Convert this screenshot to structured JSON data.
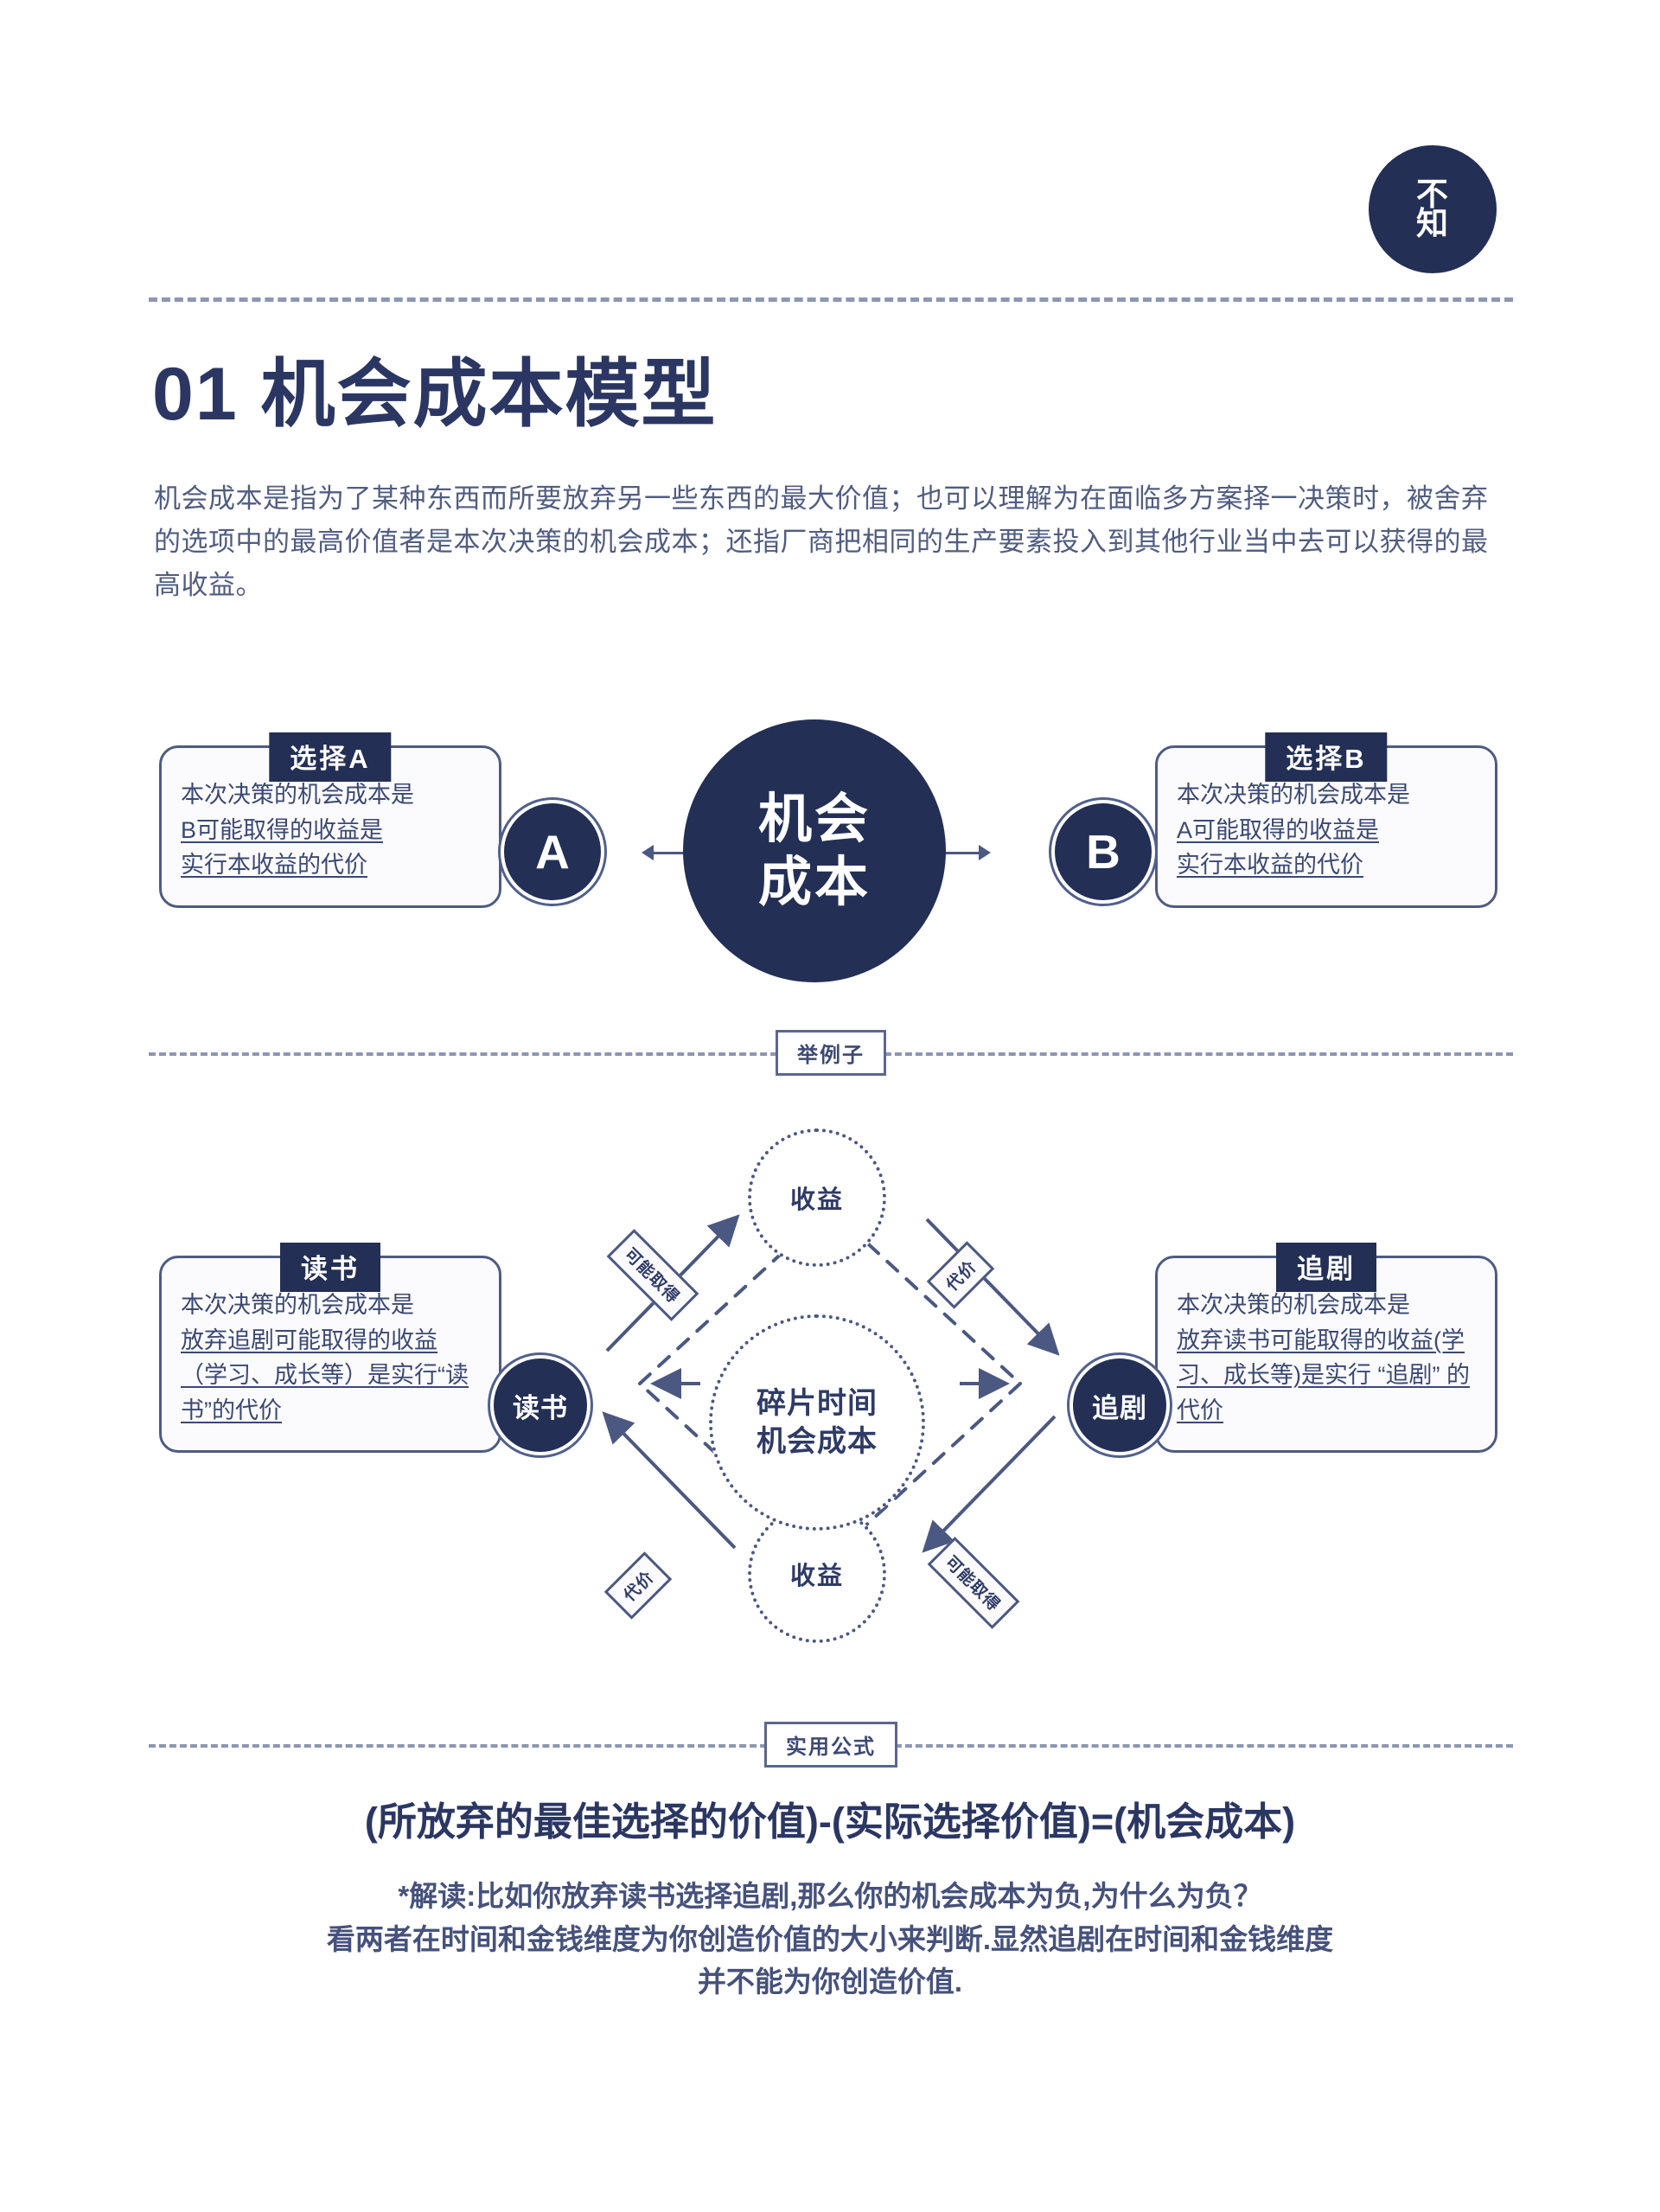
{
  "logo": {
    "line1": "不",
    "line2": "知"
  },
  "header": {
    "number": "01",
    "title": "01 机会成本模型",
    "intro": "机会成本是指为了某种东西而所要放弃另一些东西的最大价值；也可以理解为在面临多方案择一决策时，被舍弃的选项中的最高价值者是本次决策的机会成本；还指厂商把相同的生产要素投入到其他行业当中去可以获得的最高收益。"
  },
  "model": {
    "hub_line1": "机会",
    "hub_line2": "成本",
    "node_a": "A",
    "node_b": "B",
    "card_a": {
      "badge": "选择A",
      "line1": "本次决策的机会成本是",
      "underlined1": "B可能取得的收益是",
      "underlined2": "实行本收益的代价"
    },
    "card_b": {
      "badge": "选择B",
      "line1": "本次决策的机会成本是",
      "underlined1": "A可能取得的收益是",
      "underlined2": "实行本收益的代价"
    }
  },
  "divider_example": "举例子",
  "example": {
    "center_line1": "碎片时间",
    "center_line2": "机会成本",
    "gain_top": "收益",
    "gain_bottom": "收益",
    "node_left": "读书",
    "node_right": "追剧",
    "edge_top_left": "可能取得",
    "edge_top_right": "代价",
    "edge_bottom_right": "可能取得",
    "edge_bottom_left": "代价",
    "card_read": {
      "badge": "读书",
      "line1": "本次决策的机会成本是",
      "underlined": "放弃追剧可能取得的收益（学习、成长等）是实行“读书”的代价"
    },
    "card_watch": {
      "badge": "追剧",
      "line1": "本次决策的机会成本是",
      "underlined": "放弃读书可能取得的收益(学习、成长等)是实行 “追剧” 的代价"
    }
  },
  "divider_formula": "实用公式",
  "formula": {
    "text": "(所放弃的最佳选择的价值)-(实际选择价值)=(机会成本)",
    "note_line1": "*解读:比如你放弃读书选择追剧,那么你的机会成本为负,为什么为负？",
    "note_line2": "看两者在时间和金钱维度为你创造价值的大小来判断.显然追剧在时间和金钱维度",
    "note_line3": "并不能为你创造价值."
  },
  "colors": {
    "navy": "#232f55",
    "slate": "#4b5881",
    "body_text": "#515d80",
    "card_bg": "#fbfbfd"
  }
}
